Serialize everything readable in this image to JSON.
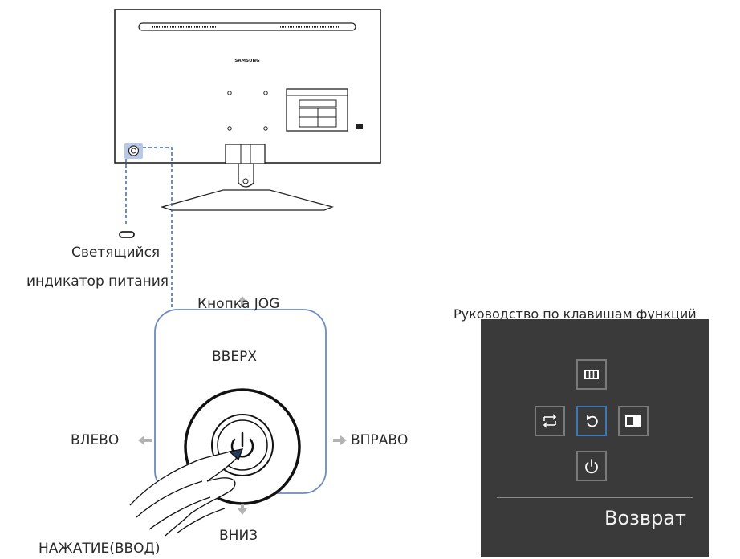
{
  "monitor": {
    "brand": "SAMSUNG"
  },
  "labels": {
    "power_indicator_line1": "Светящийся",
    "power_indicator_line2": "индикатор питания",
    "jog_button": "Кнопка JOG",
    "up": "ВВЕРХ",
    "down": "ВНИЗ",
    "left": "ВЛЕВО",
    "right": "ВПРАВО",
    "press": "НАЖАТИЕ(ВВОД)"
  },
  "function_guide": {
    "title": "Руководство по клавишам функций",
    "back_label": "Возврат",
    "keys": {
      "top": "menu-icon",
      "left": "source-switch-icon",
      "center": "return-icon",
      "right": "picture-mode-icon",
      "bottom": "power-icon"
    }
  },
  "colors": {
    "dashed_line": "#3c69b5",
    "panel_bg": "#3a3a3a",
    "selected_key_border": "#3c79b5",
    "jog_outline": "#6c8bc0",
    "arrow_gray": "#b3b3b3"
  }
}
